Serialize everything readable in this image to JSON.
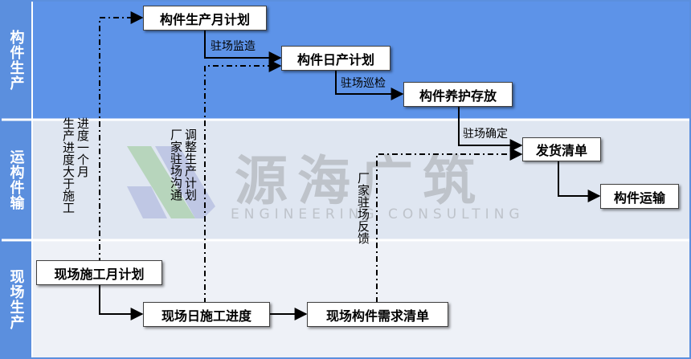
{
  "lanes": [
    {
      "label": "构件生产",
      "color": "#5b8fde"
    },
    {
      "label": "运构件输",
      "color": "#5b8fde"
    },
    {
      "label": "现场生产",
      "color": "#5b8fde"
    }
  ],
  "colors": {
    "lane_bg_top": "#5d93e8",
    "lane_bg_mid": "#dfe6f1",
    "lane_bg_bottom": "#eef1f7",
    "box_border": "#404040"
  },
  "nodes": {
    "monthly_production_plan": "构件生产月计划",
    "daily_production_plan": "构件日产计划",
    "curing_storage": "构件养护存放",
    "shipping_list": "发货清单",
    "component_transport": "构件运输",
    "site_monthly_plan": "现场施工月计划",
    "site_daily_progress": "现场日施工进度",
    "site_demand_list": "现场构件需求清单"
  },
  "edge_labels": {
    "supervision": "驻场监造",
    "inspection": "驻场巡检",
    "confirm": "驻场确定"
  },
  "notes": {
    "progress_note_col1": "进度一个月",
    "progress_note_col2": "生产进度大于施工",
    "adjust_note_col1": "调整生产计划",
    "adjust_note_col2": "厂家驻场沟通",
    "feedback_note": "厂家驻场反馈"
  },
  "watermark": {
    "name": "源海广筑",
    "subtitle": "ENGINEERING CONSULTING",
    "logo": "diagonal-stripes-logo"
  }
}
